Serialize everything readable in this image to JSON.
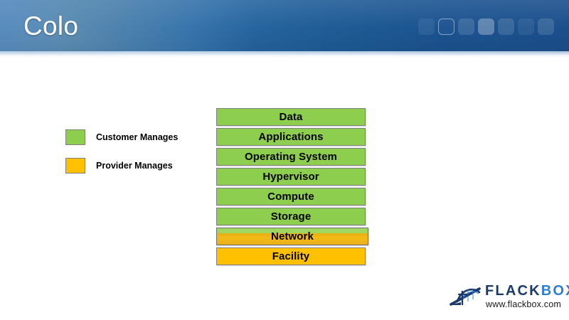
{
  "slide": {
    "title": "Colo",
    "background_color": "#ffffff",
    "header": {
      "gradient_from": "#3d7ab5",
      "gradient_to": "#1b4f8c",
      "accent_strip_color": "#4f86bd",
      "squares": [
        {
          "name": "header-square-1",
          "style": "dim"
        },
        {
          "name": "header-square-2",
          "style": "outline"
        },
        {
          "name": "header-square-3",
          "style": "mid"
        },
        {
          "name": "header-square-4",
          "style": "bright"
        },
        {
          "name": "header-square-5",
          "style": "mid"
        },
        {
          "name": "header-square-6",
          "style": "dim"
        },
        {
          "name": "header-square-7",
          "style": "mid"
        }
      ]
    }
  },
  "colors": {
    "customer_green": "#8ece4e",
    "provider_orange": "#ffc000",
    "transition_amber": "#f3b915",
    "bar_border": "#7f7f7f",
    "swatch_border": "#808080"
  },
  "legend": {
    "items": [
      {
        "label": "Customer Manages",
        "color": "#8ece4e",
        "swatch": "legend-swatch-customer"
      },
      {
        "label": "Provider Manages",
        "color": "#ffc000",
        "swatch": "legend-swatch-provider"
      }
    ]
  },
  "stack": {
    "layers": [
      {
        "label": "Data",
        "managed_by": "Customer",
        "color": "#8ece4e",
        "state": "solid"
      },
      {
        "label": "Applications",
        "managed_by": "Customer",
        "color": "#8ece4e",
        "state": "solid"
      },
      {
        "label": "Operating System",
        "managed_by": "Customer",
        "color": "#8ece4e",
        "state": "solid"
      },
      {
        "label": "Hypervisor",
        "managed_by": "Customer",
        "color": "#8ece4e",
        "state": "solid"
      },
      {
        "label": "Compute",
        "managed_by": "Customer",
        "color": "#8ece4e",
        "state": "solid"
      },
      {
        "label": "Storage",
        "managed_by": "Customer",
        "color": "#8ece4e",
        "state": "solid"
      },
      {
        "label": "Network",
        "managed_by": "Provider",
        "color": "#f3b915",
        "state": "transitioning",
        "top_color": "#8ece4e"
      },
      {
        "label": "Facility",
        "managed_by": "Provider",
        "color": "#ffc000",
        "state": "solid"
      }
    ]
  },
  "logo": {
    "brand_part_one": "FLACK",
    "brand_part_two": "BOX",
    "url": "www.flackbox.com",
    "mark": "bridge-icon",
    "color_dark": "#1b3a6b",
    "color_light": "#2f7fd0"
  }
}
